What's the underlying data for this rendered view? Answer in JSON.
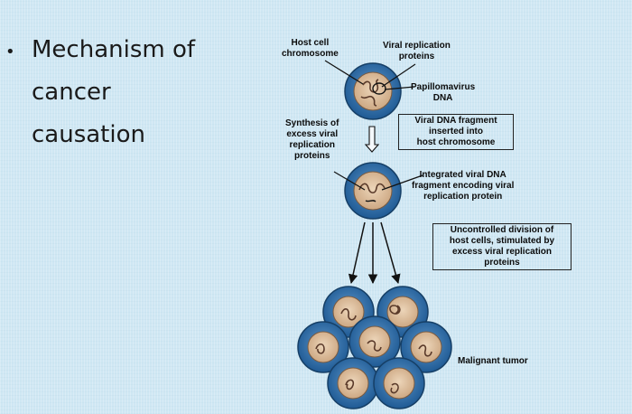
{
  "slide": {
    "bullet": "•",
    "title_lines": [
      "Mechanism of",
      "cancer",
      "causation"
    ]
  },
  "diagram": {
    "host_cell_label": [
      "Host cell",
      "chromosome"
    ],
    "viral_replication_label": [
      "Viral replication",
      "proteins"
    ],
    "papillomavirus_label": [
      "Papillomavirus",
      "DNA"
    ],
    "synthesis_label": [
      "Synthesis of",
      "excess viral",
      "replication",
      "proteins"
    ],
    "fragment_box": [
      "Viral DNA fragment",
      "inserted into",
      "host chromosome"
    ],
    "integrated_label": [
      "Integrated viral DNA",
      "fragment encoding viral",
      "replication protein"
    ],
    "division_box": [
      "Uncontrolled division of",
      "host cells, stimulated by",
      "excess viral replication",
      "proteins"
    ],
    "tumor_label": "Malignant tumor"
  },
  "colors": {
    "cell_outer": "#2e6fa9",
    "cell_inner": "#d9b997",
    "chromosome": "#5a3a2a",
    "virus_dna": "#1a1a1a"
  }
}
